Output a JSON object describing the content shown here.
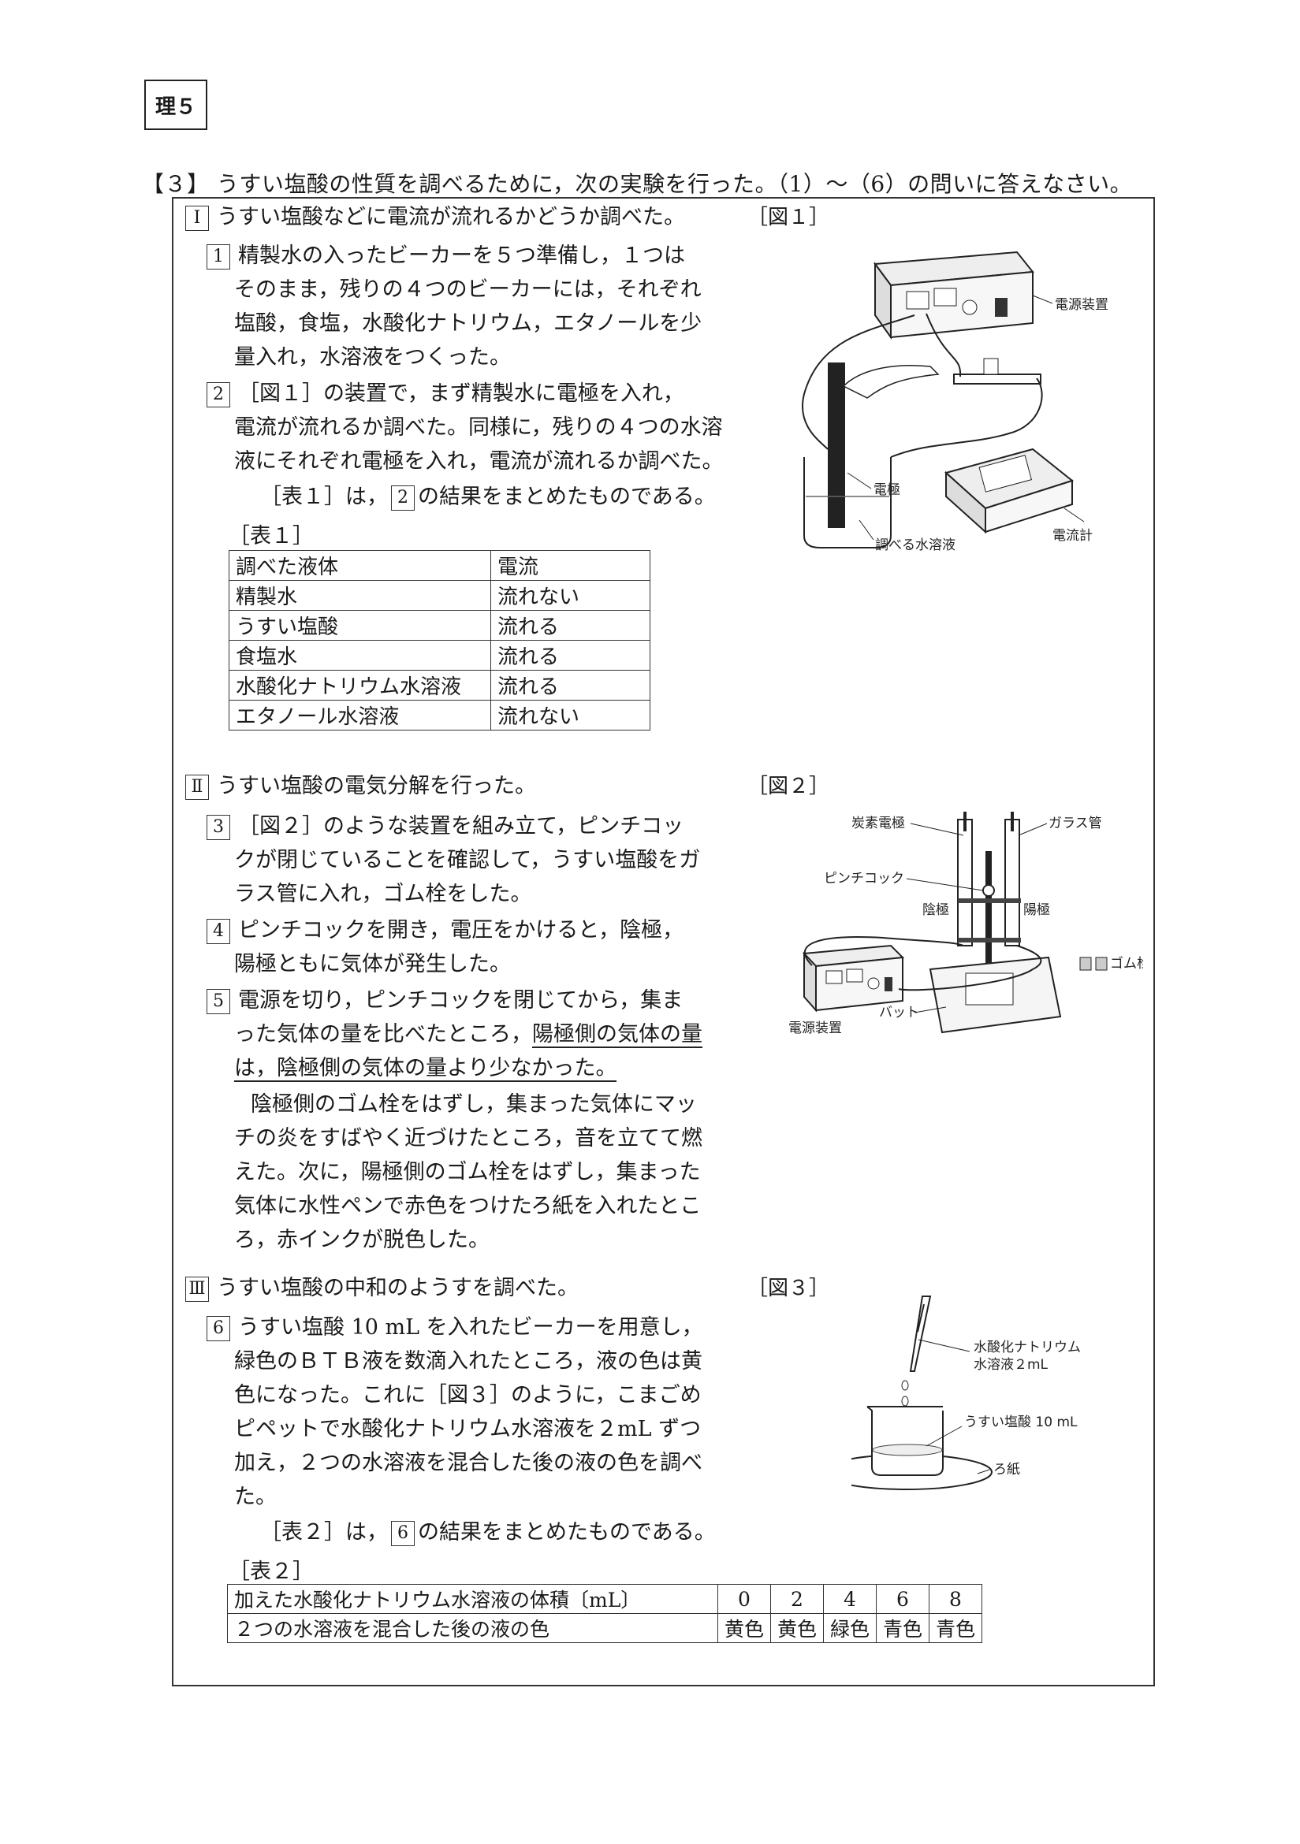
{
  "page_tag": "理５",
  "question_header": "【３】 うすい塩酸の性質を調べるために，次の実験を行った。（1）～（6）の問いに答えなさい。",
  "section1": {
    "num": "Ⅰ",
    "title": "うすい塩酸などに電流が流れるかどうか調べた。",
    "step1": {
      "num": "1",
      "lines": [
        "精製水の入ったビーカーを５つ準備し，１つは",
        "そのまま，残りの４つのビーカーには，それぞれ",
        "塩酸，食塩，水酸化ナトリウム，エタノールを少",
        "量入れ，水溶液をつくった。"
      ]
    },
    "step2": {
      "num": "2",
      "lines": [
        "［図１］の装置で，まず精製水に電極を入れ，",
        "電流が流れるか調べた。同様に，残りの４つの水溶",
        "液にそれぞれ電極を入れ，電流が流れるか調べた。"
      ]
    },
    "summary_pre": "［表１］は，",
    "summary_num": "2",
    "summary_post": "の結果をまとめたものである。",
    "table_label": "［表１］",
    "table_headers": [
      "調べた液体",
      "電流"
    ],
    "table_rows": [
      [
        "精製水",
        "流れない"
      ],
      [
        "うすい塩酸",
        "流れる"
      ],
      [
        "食塩水",
        "流れる"
      ],
      [
        "水酸化ナトリウム水溶液",
        "流れる"
      ],
      [
        "エタノール水溶液",
        "流れない"
      ]
    ],
    "figure_label": "［図１］",
    "figure_callouts": {
      "power": "電源装置",
      "electrode": "電極",
      "solution": "調べる水溶液",
      "ammeter": "電流計"
    }
  },
  "section2": {
    "num": "Ⅱ",
    "title": "うすい塩酸の電気分解を行った。",
    "step3": {
      "num": "3",
      "lines": [
        "［図２］のような装置を組み立て，ピンチコッ",
        "クが閉じていることを確認して，うすい塩酸をガ",
        "ラス管に入れ，ゴム栓をした。"
      ]
    },
    "step4": {
      "num": "4",
      "lines": [
        "ピンチコックを開き，電圧をかけると，陰極，",
        "陽極ともに気体が発生した。"
      ]
    },
    "step5": {
      "num": "5",
      "line1": "電源を切り，ピンチコックを閉じてから，集ま",
      "line2_pre": "った気体の量を比べたところ，",
      "line2_underline": "陽極側の気体の量",
      "line3_underline": "は，陰極側の気体の量より少なかった。"
    },
    "para_lines": [
      "陰極側のゴム栓をはずし，集まった気体にマッ",
      "チの炎をすばやく近づけたところ，音を立てて燃",
      "えた。次に，陽極側のゴム栓をはずし，集まった",
      "気体に水性ペンで赤色をつけたろ紙を入れたとこ",
      "ろ，赤インクが脱色した。"
    ],
    "figure_label": "［図２］",
    "figure_callouts": {
      "carbon": "炭素電極",
      "glass": "ガラス管",
      "pinch": "ピンチコック",
      "cathode": "陰極",
      "anode": "陽極",
      "stopper": "ゴム栓",
      "power": "電源装置",
      "tray": "バット"
    }
  },
  "section3": {
    "num": "Ⅲ",
    "title": "うすい塩酸の中和のようすを調べた。",
    "step6": {
      "num": "6",
      "lines": [
        "うすい塩酸 10 mL を入れたビーカーを用意し，",
        "緑色のＢＴＢ液を数滴入れたところ，液の色は黄",
        "色になった。これに［図３］のように，こまごめ",
        "ピペットで水酸化ナトリウム水溶液を２mL ずつ",
        "加え，２つの水溶液を混合した後の液の色を調べ",
        "た。"
      ]
    },
    "summary_pre": "［表２］は，",
    "summary_num": "6",
    "summary_post": "の結果をまとめたものである。",
    "table_label": "［表２］",
    "table_row1_label": "加えた水酸化ナトリウム水溶液の体積〔mL〕",
    "table_row1_values": [
      "0",
      "2",
      "4",
      "6",
      "8"
    ],
    "table_row2_label": "２つの水溶液を混合した後の液の色",
    "table_row2_values": [
      "黄色",
      "黄色",
      "緑色",
      "青色",
      "青色"
    ],
    "figure_label": "［図３］",
    "figure_callouts": {
      "naoh_1": "水酸化ナトリウム",
      "naoh_2": "水溶液２mL",
      "hcl": "うすい塩酸 10 mL",
      "paper": "ろ紙"
    }
  }
}
